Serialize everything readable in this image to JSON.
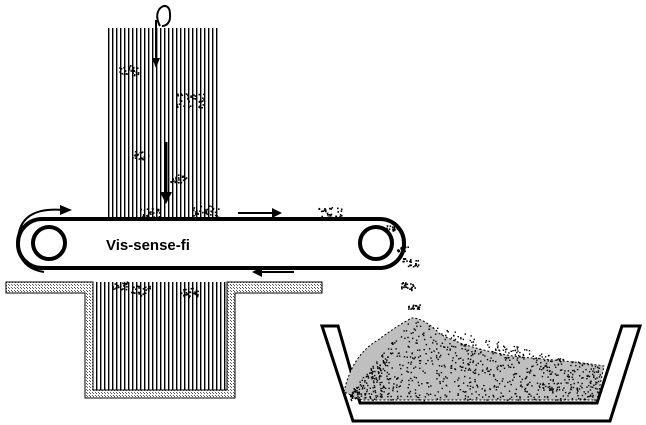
{
  "diagram": {
    "belt_label": "Vis-sense-fi",
    "colors": {
      "ink": "#000000",
      "paper": "#ffffff",
      "floor": "#8a8a8a"
    },
    "parts": [
      "vertical-column",
      "conveyor-belt",
      "belt-pulley-left",
      "belt-pulley-right",
      "floor-pit",
      "collection-tray",
      "particle-pile",
      "falling-particles",
      "direction-arrows"
    ]
  }
}
